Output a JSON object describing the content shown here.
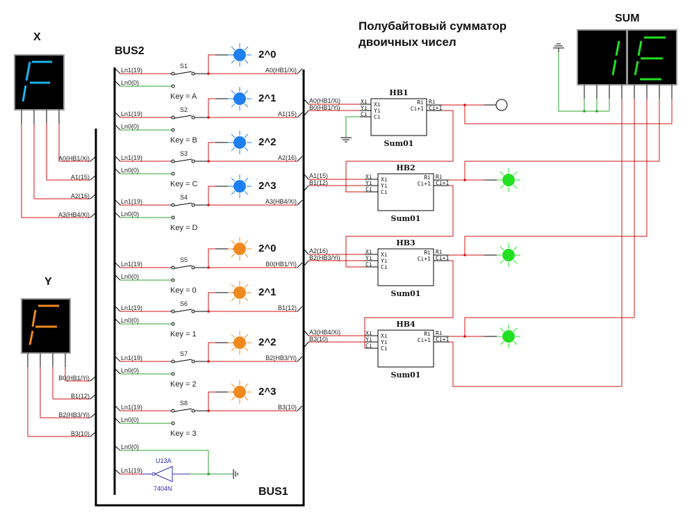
{
  "title": {
    "line1": "Полубайтовый сумматор",
    "line2": "двоичных чисел"
  },
  "colors": {
    "wire_active": "#d01010",
    "wire_ground": "#2ea02e",
    "wire_logic": "#2a2ab0",
    "lamp_x": "#1e7ff0",
    "lamp_y": "#f08a1e",
    "lamp_sum": "#22e022",
    "display_x_segment": "#1eb4f0",
    "display_y_segment": "#f08a1e",
    "display_sum_segment": "#22e022"
  },
  "display_x": {
    "label": "X",
    "digit": "F",
    "pins": [
      "A0(HB1/Xi)",
      "A1(15)",
      "A2(16)",
      "A3(HB4/Xi)"
    ]
  },
  "display_y": {
    "label": "Y",
    "digit": "F",
    "pins": [
      "B0(HB1/Yi)",
      "B1(12)",
      "B2(HB3/Yi)",
      "B3(10)"
    ]
  },
  "display_sum": {
    "label": "SUM",
    "digits": [
      "1",
      "E"
    ]
  },
  "buses": {
    "bus2": "BUS2",
    "bus1": "BUS1"
  },
  "switches": [
    {
      "name": "S1",
      "key": "Key = A",
      "net_in": "Ln1(19)",
      "net_off": "Ln0(0)",
      "net_out": "A0(HB1/Xi)",
      "lamp_label": "2^0",
      "group": "x"
    },
    {
      "name": "S2",
      "key": "Key = B",
      "net_in": "Ln1(19)",
      "net_off": "Ln0(0)",
      "net_out": "A1(15)",
      "lamp_label": "2^1",
      "group": "x"
    },
    {
      "name": "S3",
      "key": "Key = C",
      "net_in": "Ln1(19)",
      "net_off": "Ln0(0)",
      "net_out": "A2(16)",
      "lamp_label": "2^2",
      "group": "x"
    },
    {
      "name": "S4",
      "key": "Key = D",
      "net_in": "Ln1(19)",
      "net_off": "Ln0(0)",
      "net_out": "A3(HB4/Xi)",
      "lamp_label": "2^3",
      "group": "x"
    },
    {
      "name": "S5",
      "key": "Key = 0",
      "net_in": "Ln1(19)",
      "net_off": "Ln0(0)",
      "net_out": "B0(HB1/Yi)",
      "lamp_label": "2^0",
      "group": "y"
    },
    {
      "name": "S6",
      "key": "Key = 1",
      "net_in": "Ln1(19)",
      "net_off": "Ln0(0)",
      "net_out": "B1(12)",
      "lamp_label": "2^1",
      "group": "y"
    },
    {
      "name": "S7",
      "key": "Key = 2",
      "net_in": "Ln1(19)",
      "net_off": "Ln0(0)",
      "net_out": "B2(HB3/Yi)",
      "lamp_label": "2^2",
      "group": "y"
    },
    {
      "name": "S8",
      "key": "Key = 3",
      "net_in": "Ln1(19)",
      "net_off": "Ln0(0)",
      "net_out": "B3(10)",
      "lamp_label": "2^3",
      "group": "y"
    }
  ],
  "inverter": {
    "ref": "U13A",
    "part": "7404N",
    "net_in": "Ln1(19)",
    "net_gnd": "Ln0(0)"
  },
  "adders": [
    {
      "name": "HB1",
      "type": "Sum01",
      "in_a": "A0(HB1/Xi)",
      "in_b": "B0(HB1/Yi)",
      "pins_left": [
        "Xi",
        "Yi",
        "Ci"
      ],
      "pins_right": [
        "Ri",
        "Ci+1"
      ],
      "output_lamp": "probe"
    },
    {
      "name": "HB2",
      "type": "Sum01",
      "in_a": "A1(15)",
      "in_b": "B1(12)",
      "pins_left": [
        "Xi",
        "Yi",
        "Ci"
      ],
      "pins_right": [
        "Ri",
        "Ci+1"
      ],
      "output_lamp": "on"
    },
    {
      "name": "HB3",
      "type": "Sum01",
      "in_a": "A2(16)",
      "in_b": "B2(HB3/Yi)",
      "pins_left": [
        "Xi",
        "Yi",
        "Ci"
      ],
      "pins_right": [
        "Ri",
        "Ci+1"
      ],
      "output_lamp": "on"
    },
    {
      "name": "HB4",
      "type": "Sum01",
      "in_a": "A3(HB4/Xi)",
      "in_b": "B3(10)",
      "pins_left": [
        "Xi",
        "Yi",
        "Ci"
      ],
      "pins_right": [
        "Ri",
        "Ci+1"
      ],
      "output_lamp": "on"
    }
  ]
}
